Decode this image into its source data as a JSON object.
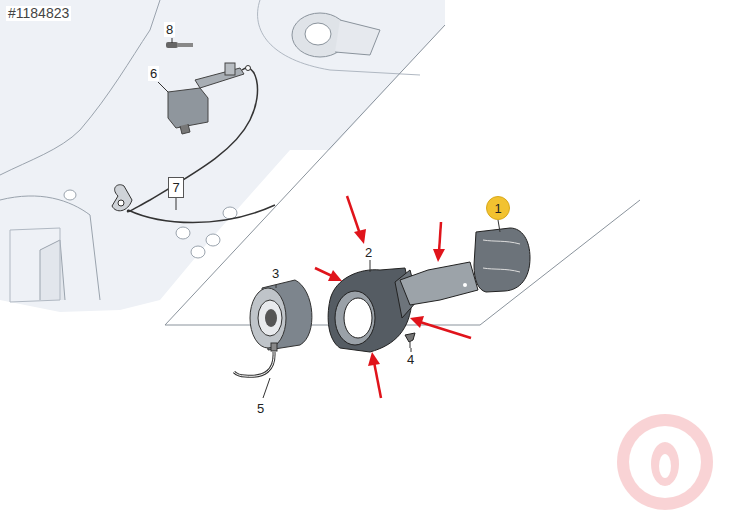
{
  "diagram": {
    "nodes": [
      {
        "text": [
          "7"
        ]
      },
      {
        "text": [
          "1"
        ]
      }
    ],
    "labels": [
      "#1184823",
      "8",
      "6",
      "2",
      "3",
      "4",
      "5"
    ]
  }
}
